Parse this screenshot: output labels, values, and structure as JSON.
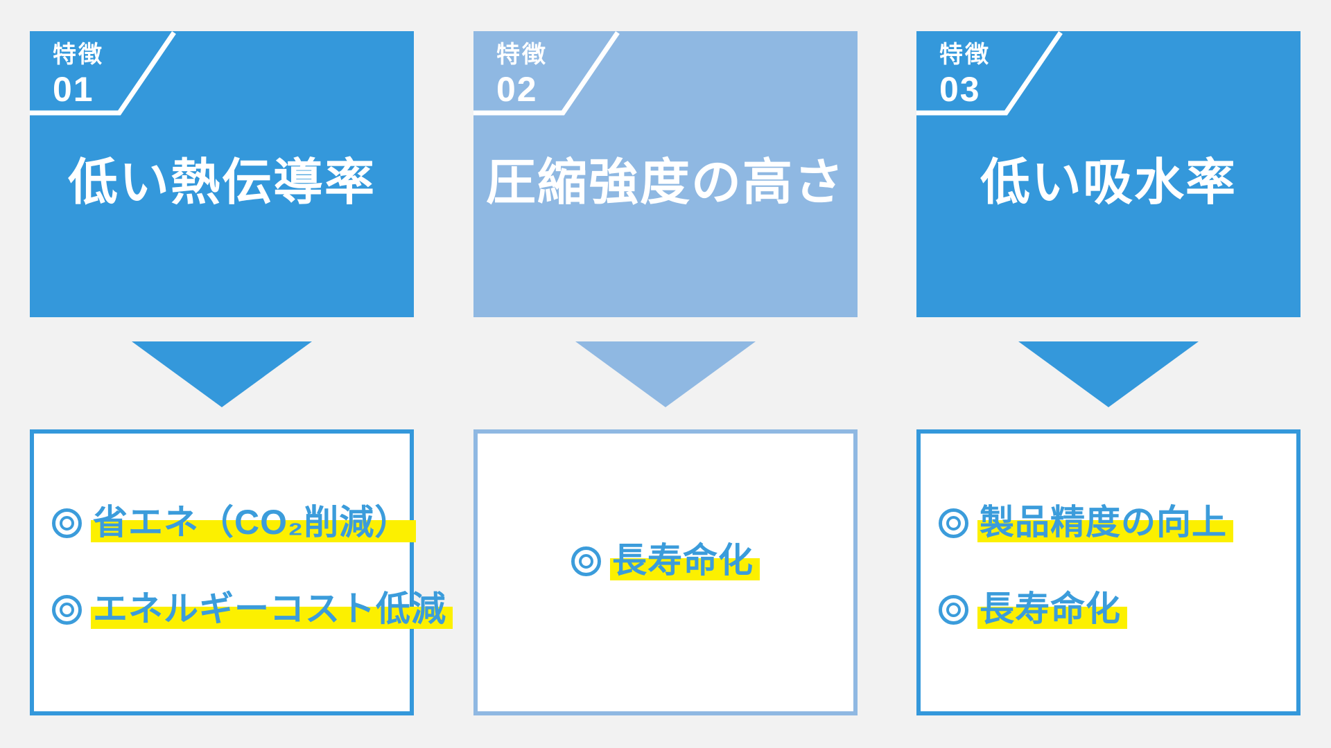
{
  "colors": {
    "blue": "#3498DB",
    "blue_light": "#8FB8E2",
    "text_blue": "#3B9CDB",
    "yellow": "#FCF000",
    "bg": "#F2F2F2",
    "white": "#FFFFFF"
  },
  "icons": {
    "bullet": "bullseye-icon",
    "arrow": "down-arrow-icon",
    "badge": "badge-slash-icon"
  },
  "features": [
    {
      "badge_label": "特徴",
      "badge_number": "01",
      "title": "低い熱伝導率",
      "theme": "dark",
      "benefits": [
        "省エネ（CO₂削減）",
        "エネルギーコスト低減"
      ]
    },
    {
      "badge_label": "特徴",
      "badge_number": "02",
      "title": "圧縮強度の高さ",
      "theme": "light",
      "benefits": [
        "長寿命化"
      ]
    },
    {
      "badge_label": "特徴",
      "badge_number": "03",
      "title": "低い吸水率",
      "theme": "dark",
      "benefits": [
        "製品精度の向上",
        "長寿命化"
      ]
    }
  ]
}
